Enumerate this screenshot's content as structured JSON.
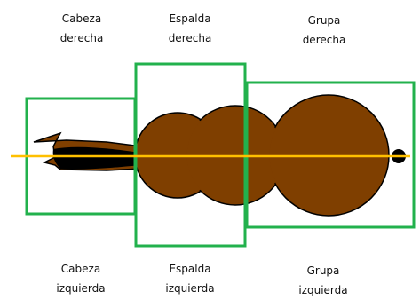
{
  "labels": {
    "head_right": [
      "Cabeza",
      "derecha"
    ],
    "back_right": [
      "Espalda",
      "derecha"
    ],
    "rump_right": [
      "Grupa",
      "derecha"
    ],
    "head_left": [
      "Cabeza",
      "izquierda"
    ],
    "back_left": [
      "Espalda",
      "izquierda"
    ],
    "rump_left": [
      "Grupa",
      "izquierda"
    ]
  },
  "colors": {
    "body": "#7f3f00",
    "outline": "#000000",
    "box": "#22b14c",
    "axis": "#ffc000"
  }
}
